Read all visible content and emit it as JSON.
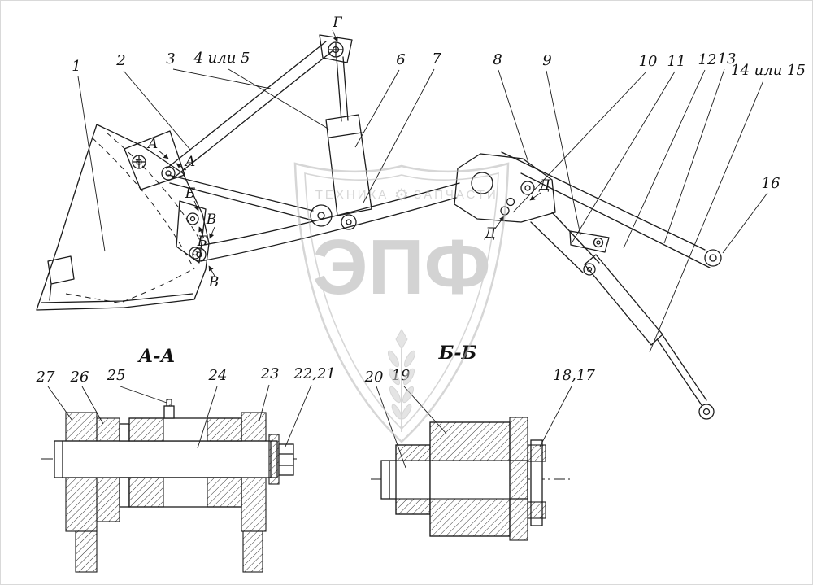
{
  "page": {
    "background": "#ffffff",
    "line_color": "#1c1c1c"
  },
  "watermark": {
    "top_left": "ТЕХНИКА",
    "gear": "⚙",
    "top_right": "ЗАПЧАСТИ",
    "big": "ЭПФ",
    "color": "#b5b5b5"
  },
  "section_titles": {
    "aa": "А-А",
    "bb": "Б-Б"
  },
  "cut_letters": {
    "g": "Г",
    "a1": "А",
    "a2": "А",
    "b1": "Б",
    "b2": "Б",
    "v1": "В",
    "v2": "В",
    "d1": "Д",
    "d2": "Д"
  },
  "callouts_main": {
    "c1": "1",
    "c2": "2",
    "c3": "3",
    "c4_5": "4 или 5",
    "c6": "6",
    "c7": "7",
    "c8": "8",
    "c9": "9",
    "c10": "10",
    "c11": "11",
    "c12": "12",
    "c13": "13",
    "c14_15": "14 или 15",
    "c16": "16"
  },
  "callouts_aa": {
    "c27": "27",
    "c26": "26",
    "c25": "25",
    "c24": "24",
    "c23": "23",
    "c22_21": "22,21"
  },
  "callouts_bb": {
    "c20": "20",
    "c19": "19",
    "c18_17": "18,17"
  }
}
